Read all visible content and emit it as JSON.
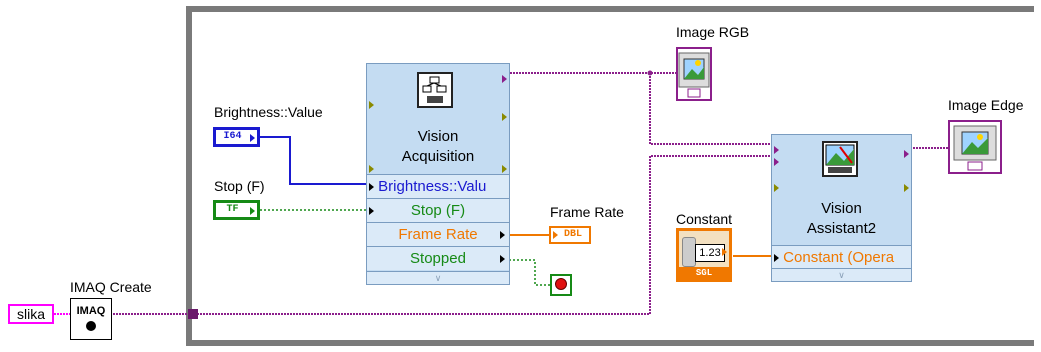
{
  "labels": {
    "brightness_control": "Brightness::Value",
    "stop_control": "Stop (F)",
    "imaq_create": "IMAQ Create",
    "image_rgb": "Image RGB",
    "image_edge": "Image Edge",
    "frame_rate": "Frame Rate",
    "constant": "Constant"
  },
  "vision_acquisition": {
    "title_line1": "Vision",
    "title_line2": "Acquisition",
    "terminals": [
      "Brightness::Valu",
      "Stop (F)",
      "Frame Rate",
      "Stopped"
    ]
  },
  "vision_assistant": {
    "title_line1": "Vision",
    "title_line2": "Assistant2",
    "terminal": "Constant (Opera"
  },
  "controls": {
    "brightness_type": "I64",
    "stop_type": "TF",
    "frame_rate_type": "DBL",
    "constant_value": "1.23",
    "constant_type": "SGL",
    "imaq_text": "IMAQ",
    "image_name": "slika"
  },
  "colors": {
    "loop_border": "#7a7a7a",
    "image_wire": "#8b1f8b",
    "int_wire": "#1a1ad0",
    "bool_wire": "#168a16",
    "float_wire": "#f07800",
    "string_wire": "#ff00ff",
    "node_bg": "#c4dcf2"
  }
}
